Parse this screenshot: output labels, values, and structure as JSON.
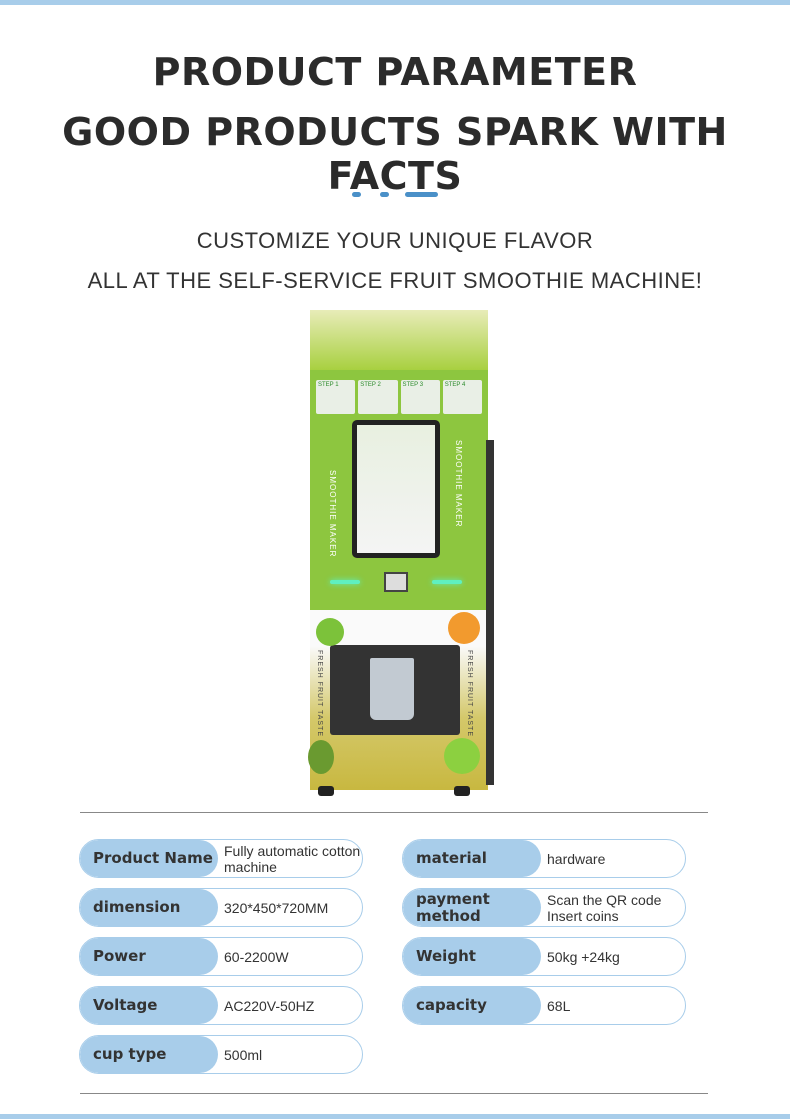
{
  "header": {
    "title_line1": "PRODUCT PARAMETER",
    "title_line2": "GOOD PRODUCTS SPARK WITH FACTS",
    "subtitle_line1": "CUSTOMIZE YOUR UNIQUE FLAVOR",
    "subtitle_line2": "ALL AT THE SELF-SERVICE FRUIT SMOOTHIE MACHINE!"
  },
  "machine": {
    "side_text_top": "SMOOTHIE MAKER",
    "side_text_bottom": "FRESH FRUIT TASTE",
    "steps": [
      "STEP 1",
      "STEP 2",
      "STEP 3",
      "STEP 4"
    ]
  },
  "params_left": [
    {
      "label": "Product Name",
      "value": "Fully automatic cotton  machine"
    },
    {
      "label": "dimension",
      "value": "320*450*720MM"
    },
    {
      "label": "Power",
      "value": "60-2200W"
    },
    {
      "label": "Voltage",
      "value": "AC220V-50HZ"
    },
    {
      "label": "cup type",
      "value": "500ml"
    }
  ],
  "params_right": [
    {
      "label": "material",
      "value": "hardware"
    },
    {
      "label": "payment method",
      "value": "Scan the QR code Insert coins"
    },
    {
      "label": "Weight",
      "value": "50kg +24kg"
    },
    {
      "label": "capacity",
      "value": "68L"
    }
  ],
  "colors": {
    "accent": "#a8cdea",
    "dots": "#4a90c8"
  }
}
